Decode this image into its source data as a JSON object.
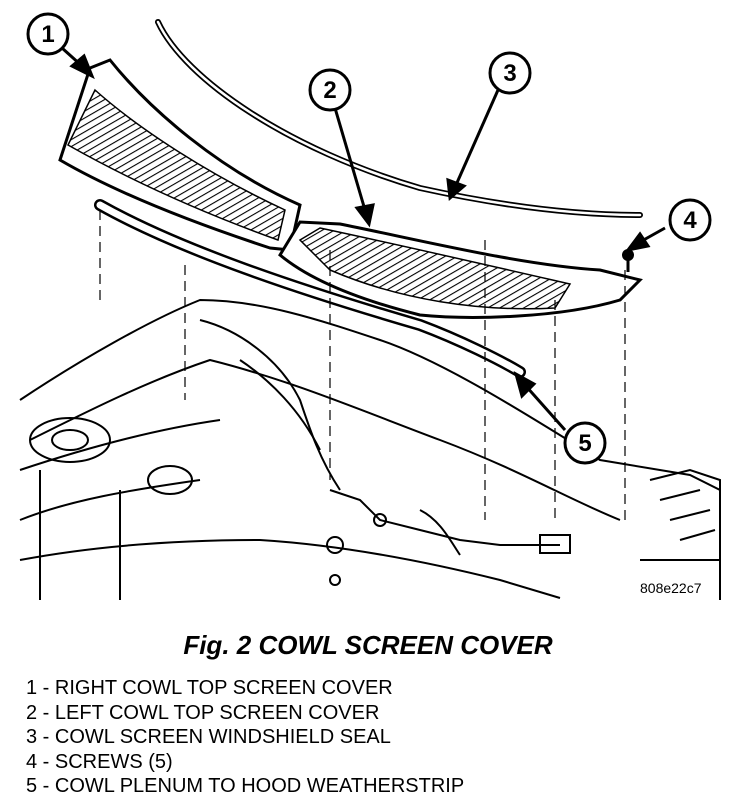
{
  "figure_code": "808e22c7",
  "caption": "Fig. 2 COWL SCREEN COVER",
  "callouts": [
    {
      "number": "1"
    },
    {
      "number": "2"
    },
    {
      "number": "3"
    },
    {
      "number": "4"
    },
    {
      "number": "5"
    }
  ],
  "legend": [
    {
      "text": "1 - RIGHT COWL TOP SCREEN COVER"
    },
    {
      "text": "2 - LEFT COWL TOP SCREEN COVER"
    },
    {
      "text": "3 - COWL SCREEN WINDSHIELD SEAL"
    },
    {
      "text": "4 - SCREWS (5)"
    },
    {
      "text": "5 - COWL PLENUM TO HOOD WEATHERSTRIP"
    }
  ]
}
